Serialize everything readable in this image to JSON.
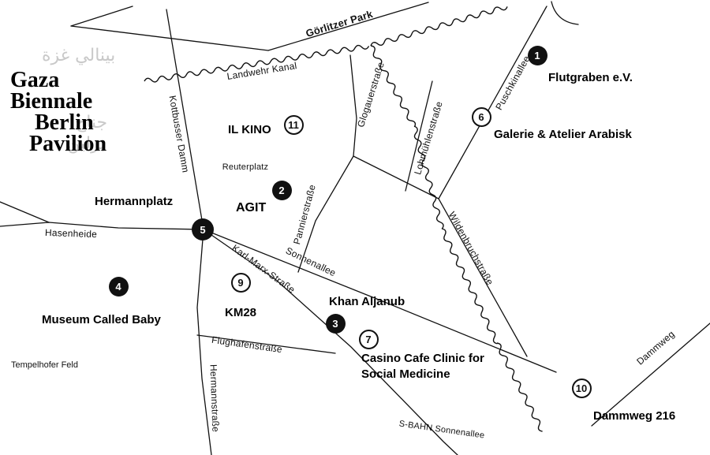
{
  "logo": {
    "lines": [
      "Gaza",
      "Biennale",
      "Berlin",
      "Pavilion"
    ],
    "arabic_top": "بينالي غزة",
    "arabic_mid": "جناح",
    "arabic_bottom": "برلين"
  },
  "streets": {
    "goerlitzer_park": "Görlitzer Park",
    "landwehr_kanal": "Landwehr Kanal",
    "puschkinallee": "Puschkinallee",
    "glogauerstrasse": "Glogauerstraße",
    "lohmuehlenstrasse": "Lohmühlenstraße",
    "kottbusser_damm": "Kottbusser Damm",
    "reuterplatz": "Reuterplatz",
    "pannierstrasse": "Pannierstraße",
    "sonnenallee": "Sonnenallee",
    "wildenbruchstrasse": "Wildenbruchstraße",
    "hasenheide": "Hasenheide",
    "karl_marx_strasse": "Karl-Marx-Straße",
    "flughafenstrasse": "Flughafenstraße",
    "hermannstrasse": "Hermannstraße",
    "tempelhofer_feld": "Tempelhofer Feld",
    "dammweg": "Dammweg",
    "sbahn_sonnenallee": "S-BAHN Sonnenallee"
  },
  "venues": [
    {
      "num": "1",
      "style": "filled",
      "label": "Flutgraben e.V."
    },
    {
      "num": "2",
      "style": "filled",
      "label": "AGIT"
    },
    {
      "num": "3",
      "style": "filled",
      "label": "Khan Aljanub"
    },
    {
      "num": "4",
      "style": "filled",
      "label": "Museum Called Baby"
    },
    {
      "num": "5",
      "style": "filled",
      "label": "Hermannplatz"
    },
    {
      "num": "6",
      "style": "outline",
      "label": "Galerie & Atelier Arabisk"
    },
    {
      "num": "7",
      "style": "outline",
      "label": "Casino Cafe Clinic for\nSocial Medicine"
    },
    {
      "num": "9",
      "style": "outline",
      "label": "KM28"
    },
    {
      "num": "10",
      "style": "outline",
      "label": "Dammweg 216"
    },
    {
      "num": "11",
      "style": "outline",
      "label": "IL KINO"
    }
  ],
  "colors": {
    "background": "#ffffff",
    "ink": "#111111",
    "arabic_gray": "#c9c9c9"
  }
}
